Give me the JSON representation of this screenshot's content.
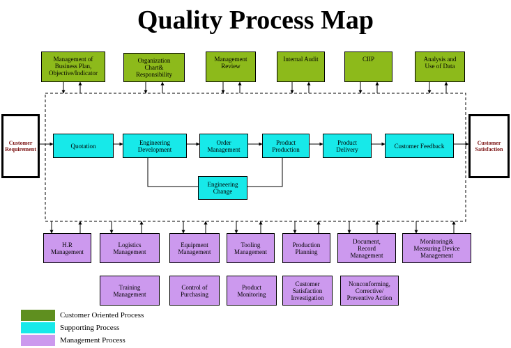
{
  "title": "Quality Process Map",
  "colors": {
    "customer_oriented": "#8dba1b",
    "supporting": "#17e9e9",
    "management": "#cc99ee"
  },
  "inputs": {
    "customer_requirement": "Customer\nRequirement",
    "customer_satisfaction": "Customer\nSatisfaction"
  },
  "top_processes": [
    "Management of\nBusiness Plan,\nObjective/Indicator",
    "Organization\nChart&\nResponsibility",
    "Management\nReview",
    "Internal Audit",
    "CIIP",
    "Analysis and\nUse of Data"
  ],
  "main_flow": [
    "Quotation",
    "Engineering\nDevelopment",
    "Order\nManagement",
    "Product\nProduction",
    "Product\nDelivery",
    "Customer Feedback"
  ],
  "engineering_change": "Engineering\nChange",
  "bottom_processes_row1": [
    "H.R\nManagement",
    "Logistics\nManagement",
    "Equipment\nManagement",
    "Tooling\nManagement",
    "Production\nPlanning",
    "Document,\nRecord\nManagement",
    "Monitoring&\nMeasuring Device\nManagement"
  ],
  "bottom_processes_row2": [
    "Training\nManagement",
    "Control of\nPurchasing",
    "Product\nMonitoring",
    "Customer\nSatisfaction\nInvestigation",
    "Nonconforming,\nCorrective/\nPreventive Action"
  ],
  "legend": [
    "Customer Oriented Process",
    "Supporting Process",
    "Management Process"
  ]
}
